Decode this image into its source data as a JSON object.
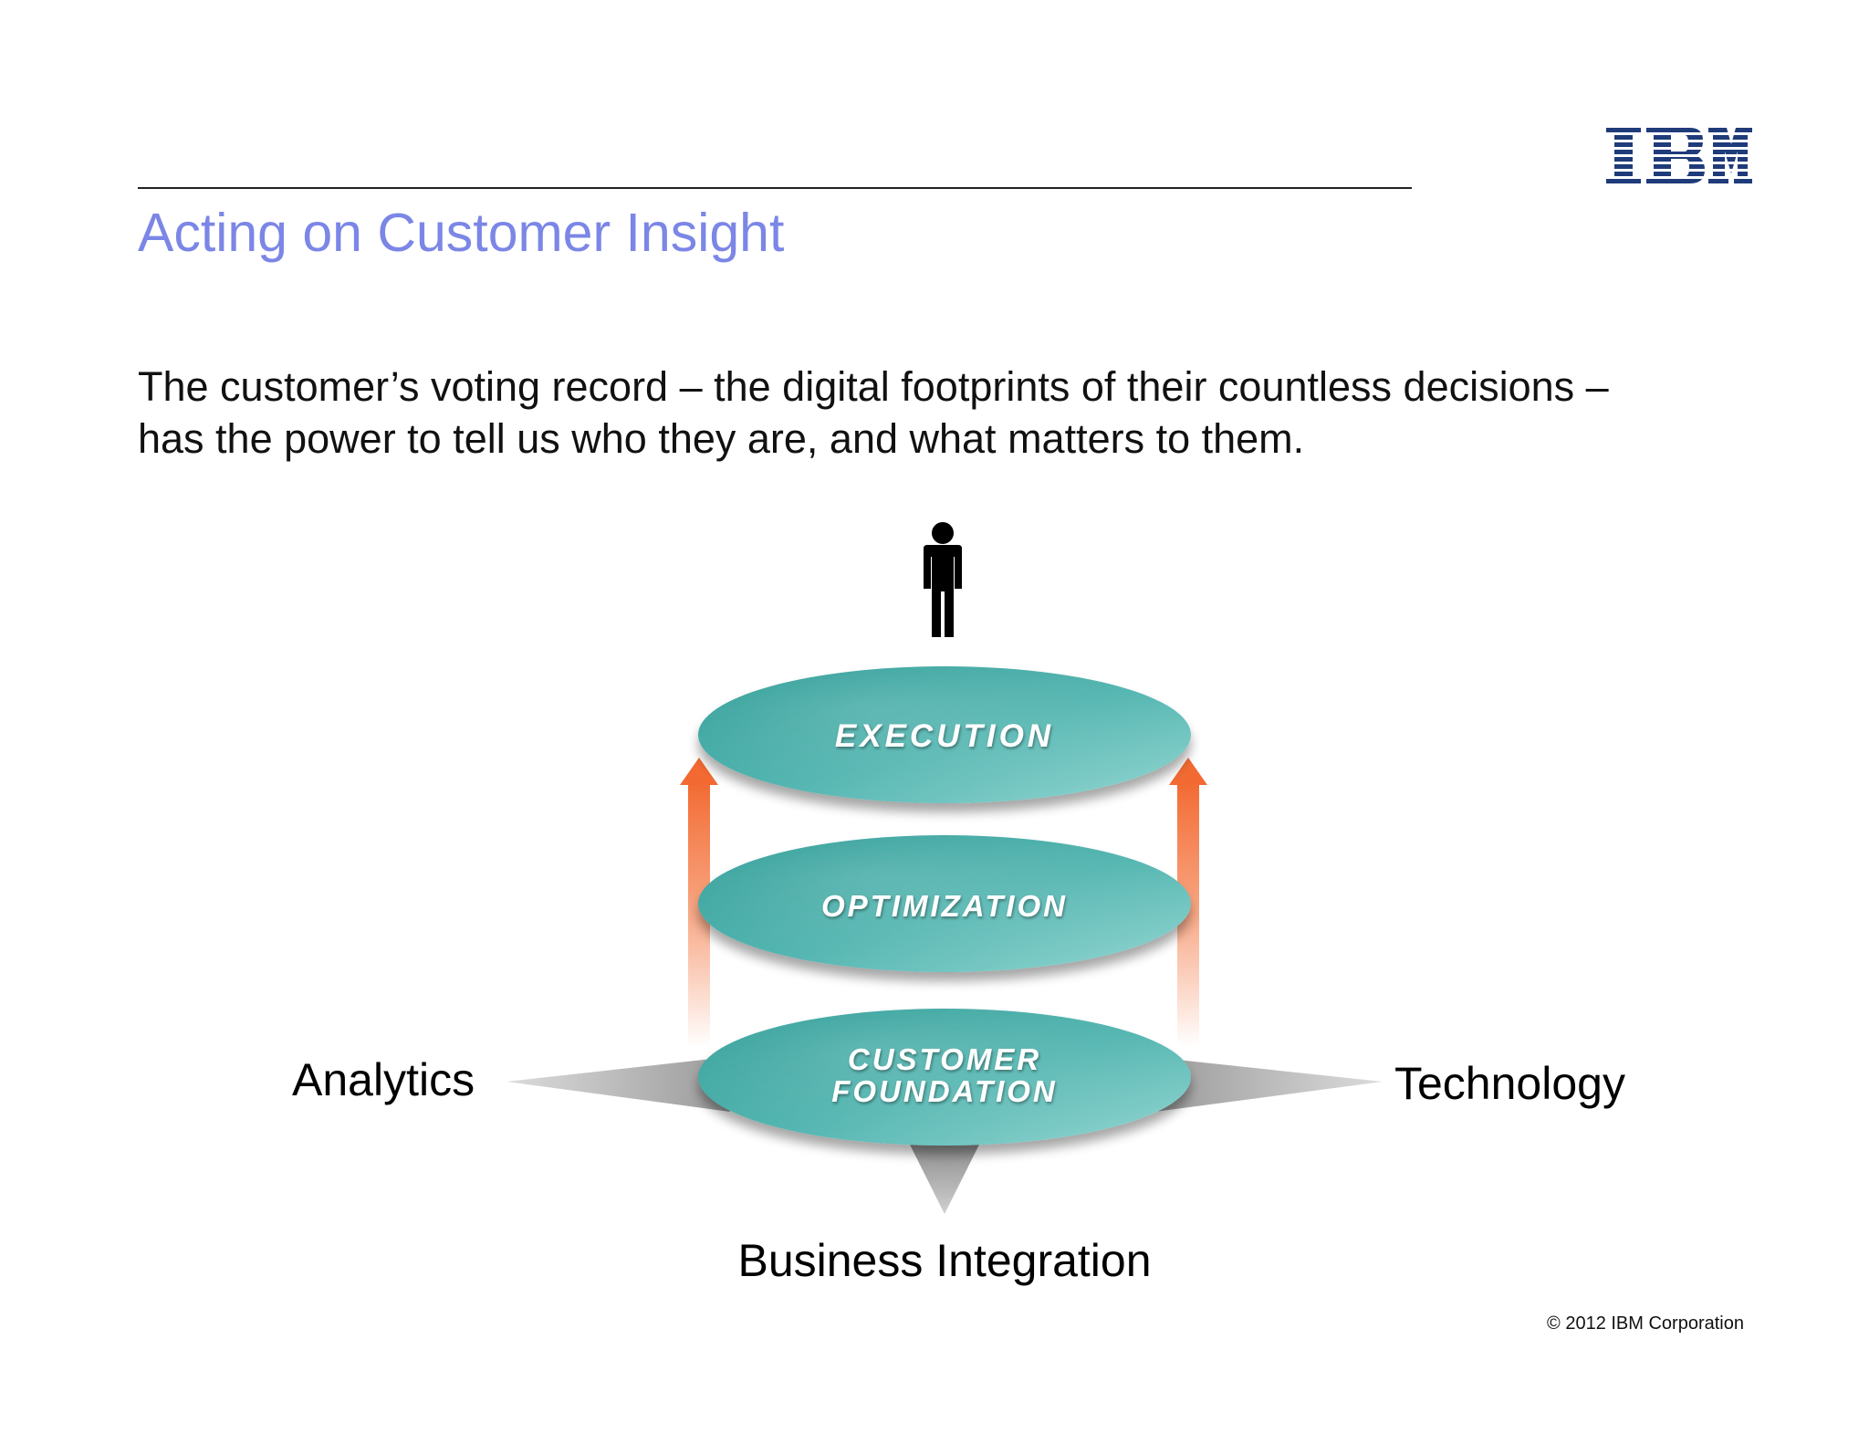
{
  "slide": {
    "title": "Acting on Customer Insight",
    "body_lines": [
      "The customer’s voting record – the digital footprints of their countless decisions –",
      "has the power to tell us who they are, and what matters to them."
    ],
    "logo_text": "IBM",
    "copyright": "© 2012 IBM Corporation"
  },
  "diagram": {
    "layers": {
      "top": "EXECUTION",
      "middle": "OPTIMIZATION",
      "bottom_line1": "CUSTOMER",
      "bottom_line2": "FOUNDATION"
    },
    "labels": {
      "left": "Analytics",
      "right": "Technology",
      "bottom": "Business Integration"
    },
    "icons": [
      "person-icon",
      "arrow-up-icon"
    ],
    "colors": {
      "title": "#7b86e6",
      "disc": "#3aa5a0",
      "arrow": "#f26a32",
      "logo": "#1f3b7a"
    }
  }
}
